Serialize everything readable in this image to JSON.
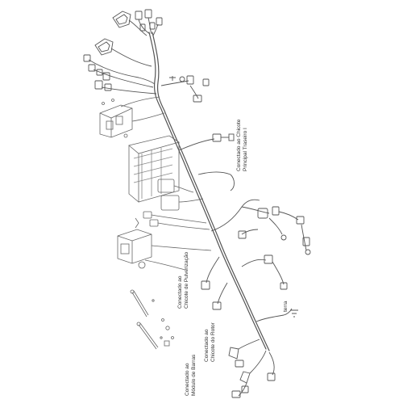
{
  "labels": {
    "rear_main_harness": [
      "Conectado ao Chicote",
      "Principal Traseiro I"
    ],
    "spray_harness": [
      "Conectado ao",
      "Chicote de Pulverização"
    ],
    "ground": "terra",
    "rotor_harness": [
      "Conectado ao",
      "Chicote do Rotor"
    ],
    "boom_module": [
      "Conectado ao",
      "Módulo de Barras"
    ]
  },
  "colors": {
    "line": "#555555",
    "light": "#999999",
    "text": "#333333",
    "background": "#ffffff"
  }
}
